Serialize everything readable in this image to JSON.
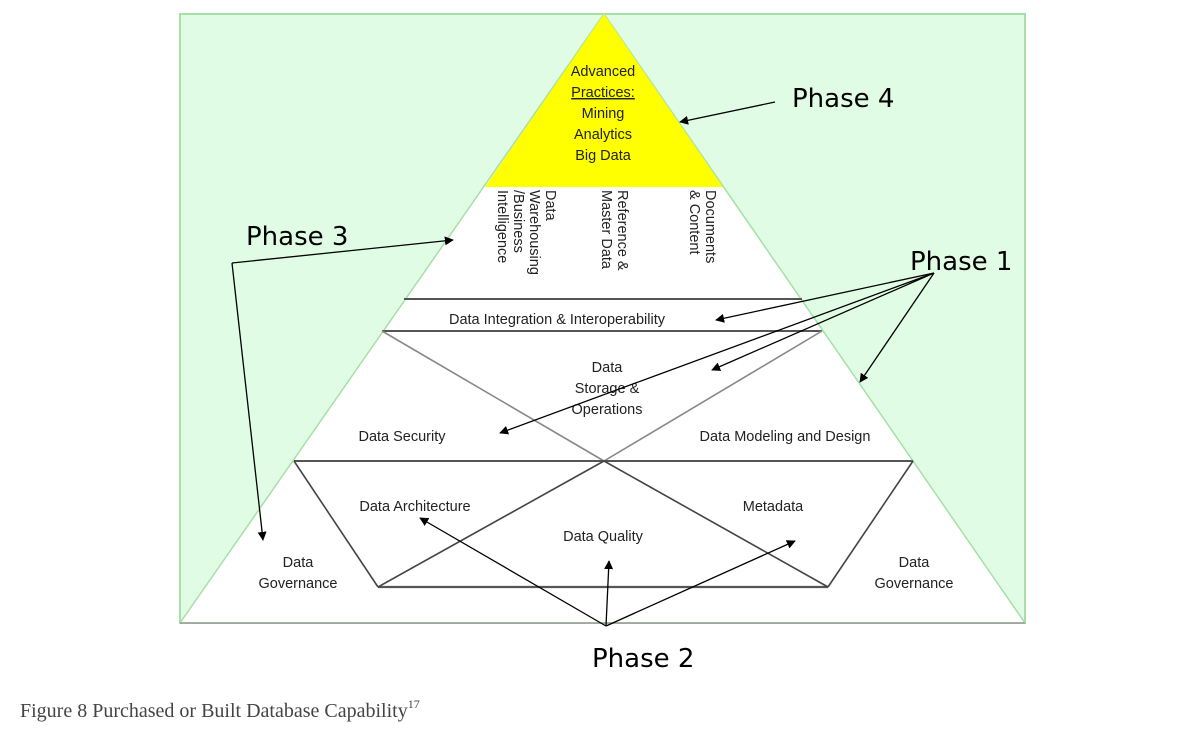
{
  "diagram": {
    "title": "Purchased or Built Database Capability",
    "colors": {
      "background_fill": "#e0fce4",
      "background_border": "#a6e0a6",
      "apex_fill": "#ffff00",
      "pyramid_fill": "#ffffff",
      "line": "#555555",
      "arrow": "#000000"
    },
    "apex": {
      "lines": [
        "Advanced",
        "Practices:",
        "Mining",
        "Analytics",
        "Big Data"
      ]
    },
    "vertical_columns": [
      {
        "lines": [
          "Data",
          "Warehousing",
          "/Business",
          "Intelligence"
        ]
      },
      {
        "lines": [
          "Reference &",
          "Master Data"
        ]
      },
      {
        "lines": [
          "Documents",
          "& Content"
        ]
      }
    ],
    "integration_band": "Data Integration & Interoperability",
    "storage": [
      "Data",
      "Storage &",
      "Operations"
    ],
    "security": "Data Security",
    "modeling": "Data Modeling and Design",
    "architecture": "Data Architecture",
    "metadata": "Metadata",
    "quality": "Data Quality",
    "governance_left": [
      "Data",
      "Governance"
    ],
    "governance_right": [
      "Data",
      "Governance"
    ],
    "phases": {
      "phase1": "Phase 1",
      "phase2": "Phase 2",
      "phase3": "Phase 3",
      "phase4": "Phase 4"
    }
  },
  "caption": {
    "text": "Figure 8 Purchased or Built Database Capability",
    "footnote": "17"
  }
}
